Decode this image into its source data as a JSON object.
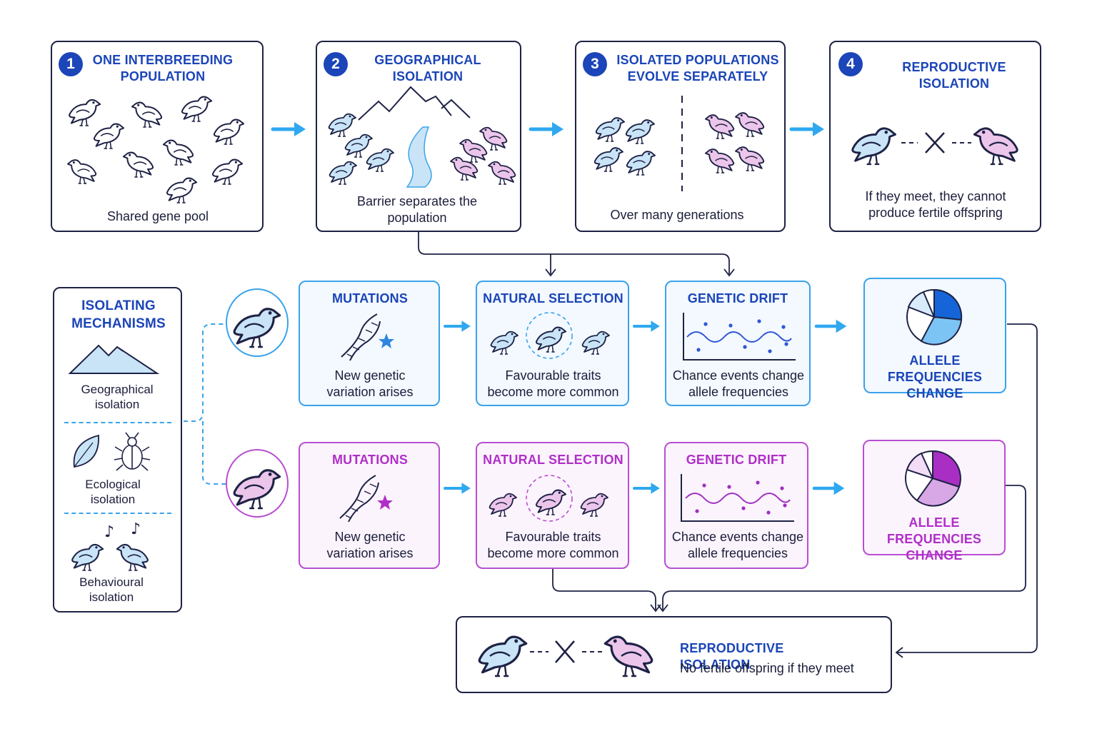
{
  "steps": [
    {
      "number": "1",
      "title": "One interbreeding population",
      "caption": "Shared gene pool"
    },
    {
      "number": "2",
      "title": "Geographical isolation",
      "caption": "Barrier separates the population"
    },
    {
      "number": "3",
      "title": "Isolated populations evolve separately",
      "caption": "Over many generations"
    },
    {
      "number": "4",
      "title": "Reproductive isolation",
      "caption": "If they meet, they cannot produce fertile offspring"
    }
  ],
  "mechanisms": {
    "title": "Isolating mechanisms",
    "items": [
      {
        "label": "Geographical isolation",
        "icon": "mountains-icon"
      },
      {
        "label": "Ecological isolation",
        "icon": "leaf-beetle-icon"
      },
      {
        "label": "Behavioural isolation",
        "icon": "singing-birds-icon"
      }
    ]
  },
  "blue_row": {
    "mutations": {
      "title": "Mutations",
      "caption": "New genetic variation arises"
    },
    "selection": {
      "title": "Natural selection",
      "caption": "Favourable traits become more common"
    },
    "drift": {
      "title": "Genetic drift",
      "caption": "Chance events change allele frequencies"
    },
    "result": {
      "title": "Allele frequencies change"
    }
  },
  "purple_row": {
    "mutations": {
      "title": "Mutations",
      "caption": "New genetic variation arises"
    },
    "selection": {
      "title": "Natural selection",
      "caption": "Favourable traits become more common"
    },
    "drift": {
      "title": "Genetic drift",
      "caption": "Chance events change allele frequencies"
    },
    "result": {
      "title": "Allele frequencies change"
    }
  },
  "final": {
    "title": "Reproductive isolation",
    "caption": "No fertile offspring if they meet"
  },
  "colors": {
    "navy": "#1b45b8",
    "blue_bird": "#c9e4f7",
    "pink_bird": "#ecc6ea",
    "arrow": "#2fa8f0",
    "purple": "#b84fd1"
  }
}
